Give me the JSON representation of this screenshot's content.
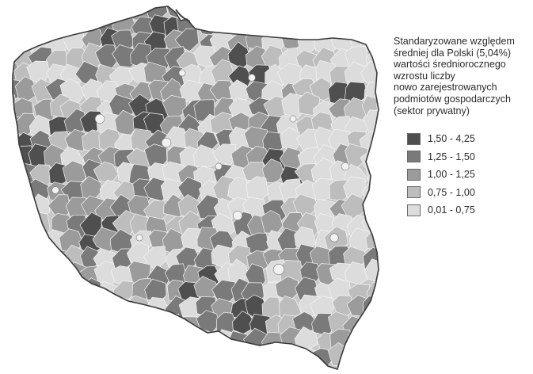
{
  "legend": {
    "title_lines": [
      "Standaryzowane względem",
      "średniej dla Polski (5,04%)",
      "wartości średniorocznego",
      "wzrostu liczby",
      "nowo zarejestrowanych",
      "podmiotów gospodarczych",
      "(sektor prywatny)"
    ],
    "classes": [
      {
        "label": "1,50 - 4,25",
        "color": "#4f4f4f"
      },
      {
        "label": "1,25 - 1,50",
        "color": "#7a7a7a"
      },
      {
        "label": "1,00 - 1,25",
        "color": "#9b9b9b"
      },
      {
        "label": "0,75 - 1,00",
        "color": "#bdbdbd"
      },
      {
        "label": "0,01 - 0,75",
        "color": "#dcdcdc"
      }
    ]
  }
}
